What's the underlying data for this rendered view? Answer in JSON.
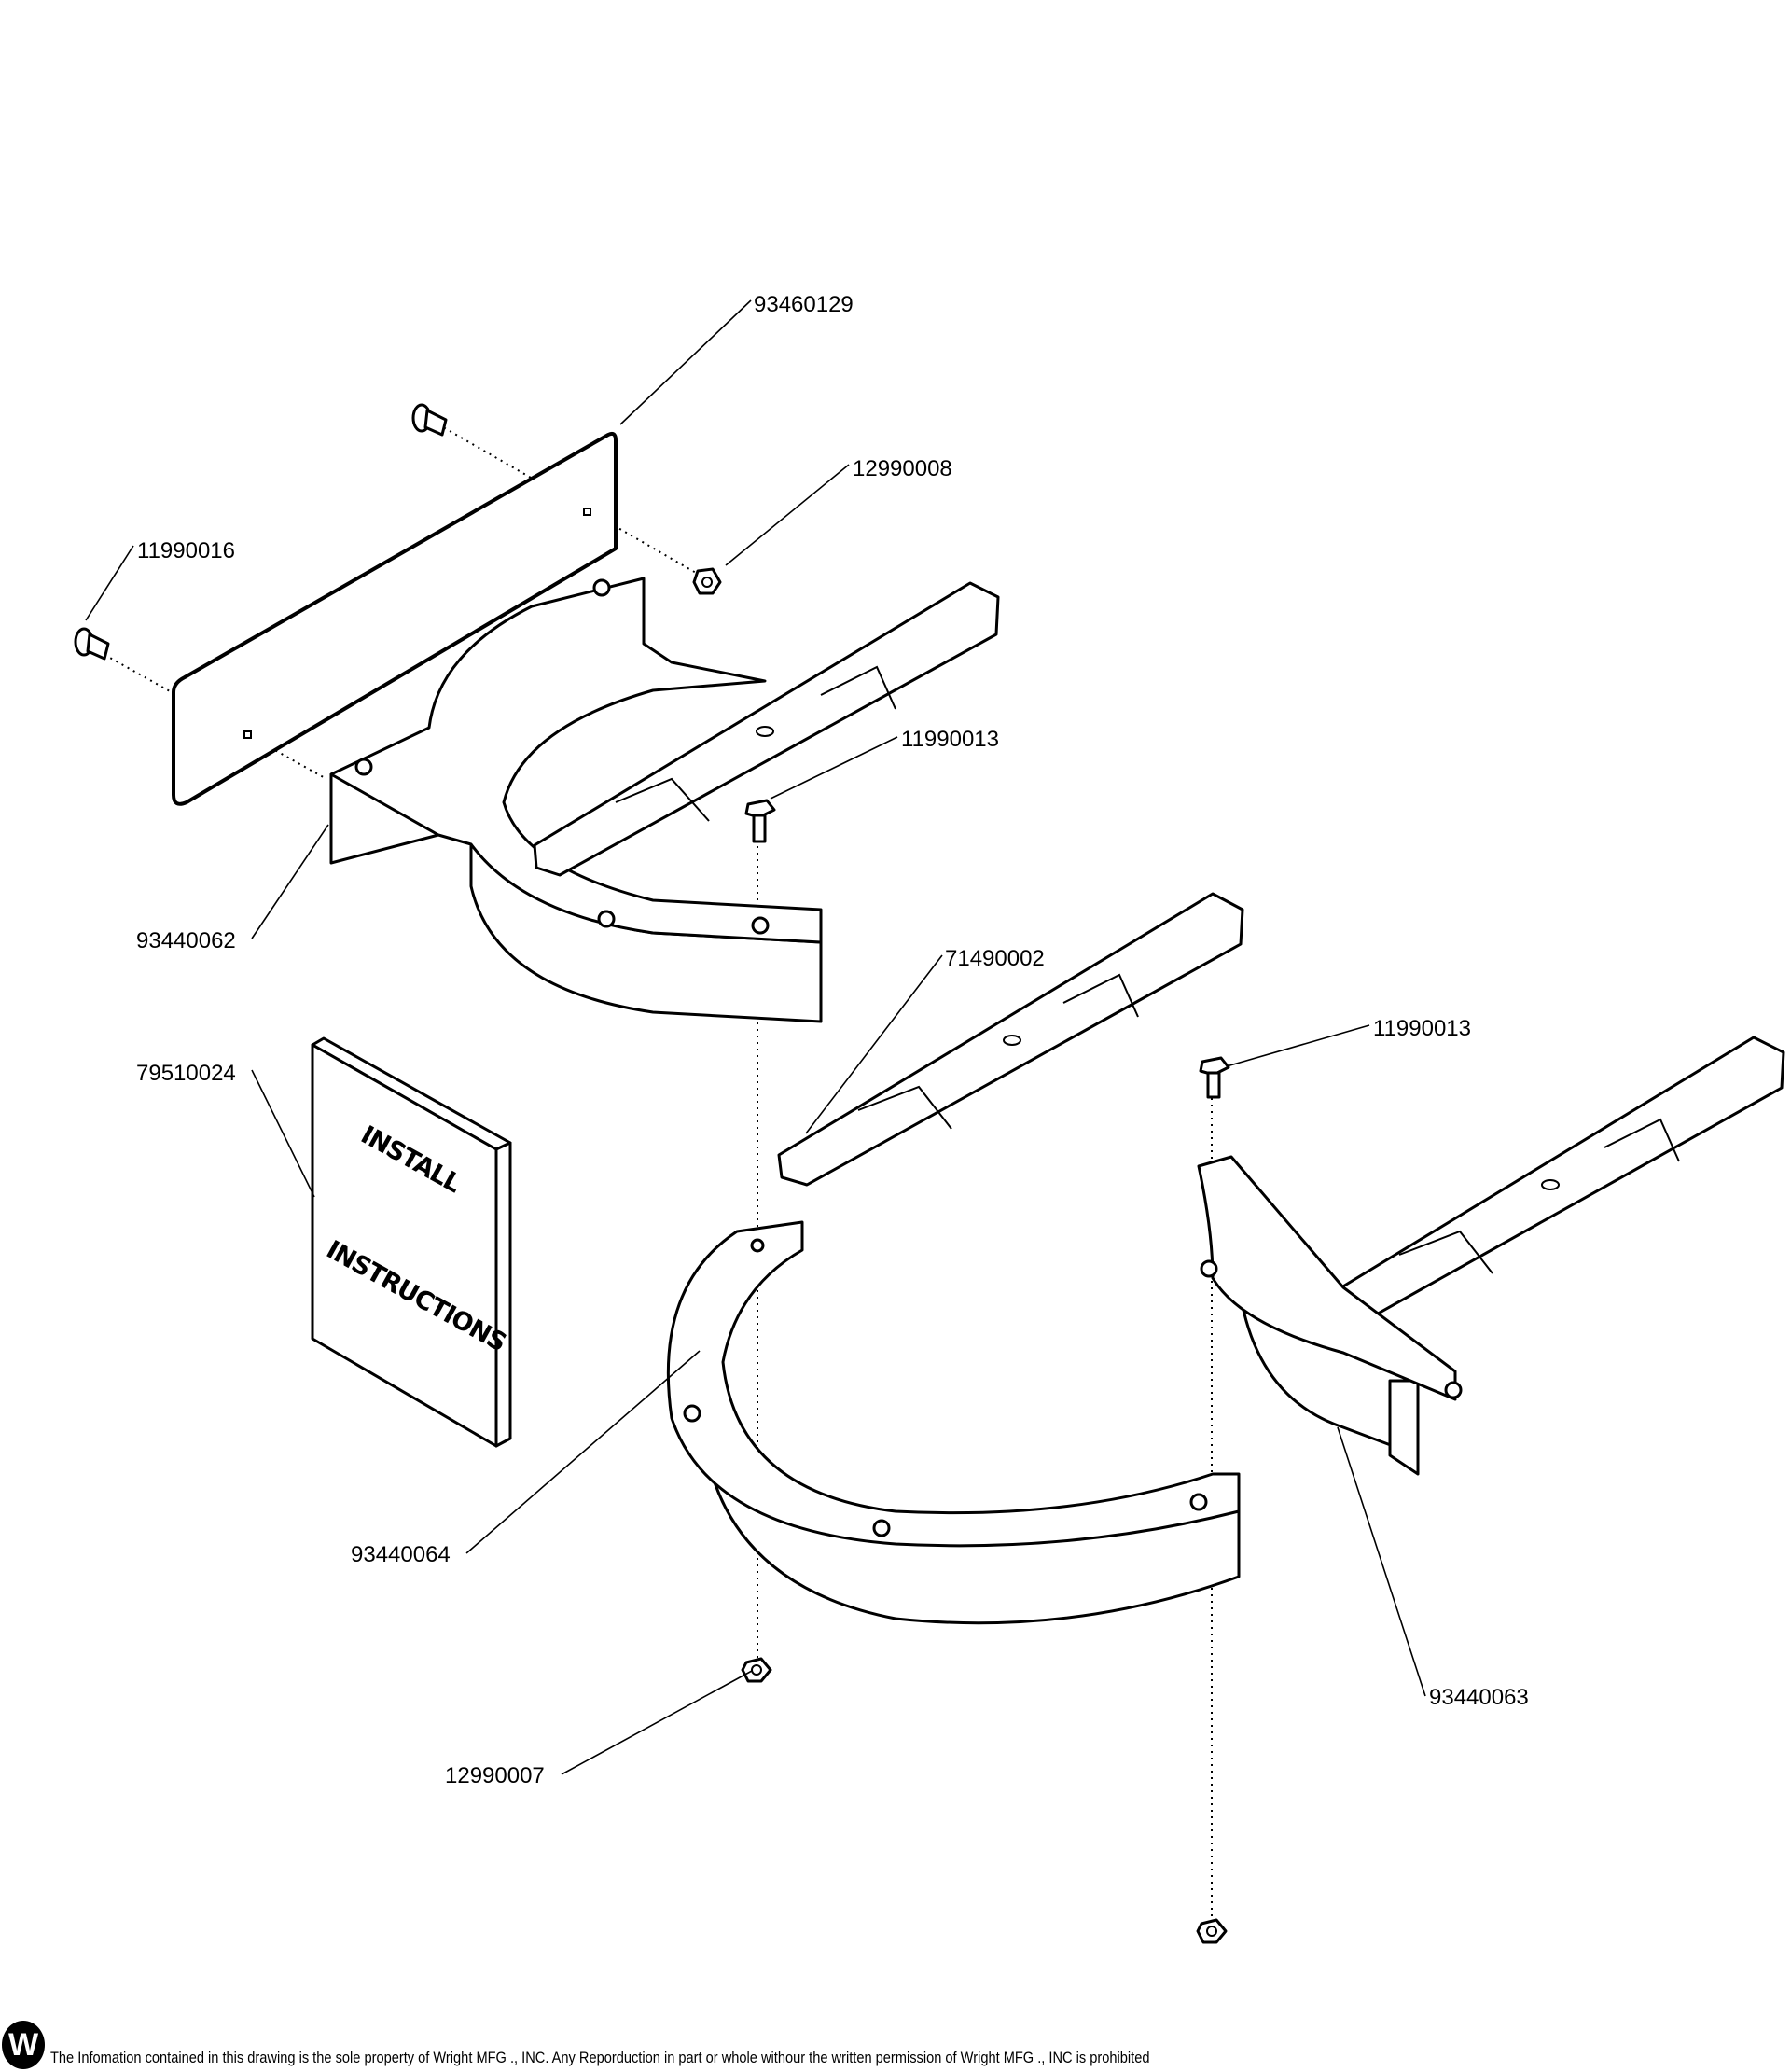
{
  "labels": {
    "deflector_plate": "93460129",
    "nut_top": "12990008",
    "carriage_bolt": "11990016",
    "bolt_center": "11990013",
    "baffle_left": "93440062",
    "blade": "71490002",
    "bolt_right": "11990013",
    "manual": "79510024",
    "baffle_center": "93440064",
    "baffle_right": "93440063",
    "nut_bottom": "12990007"
  },
  "manual_cover": {
    "line1": "INSTALL",
    "line2": "INSTRUCTIONS"
  },
  "footer": {
    "logo_letter": "W",
    "notice": "The Infomation contained in this drawing is the sole property of Wright MFG ., INC. Any Reporduction in part or whole withour the written permission of Wright MFG ., INC is prohibited"
  }
}
